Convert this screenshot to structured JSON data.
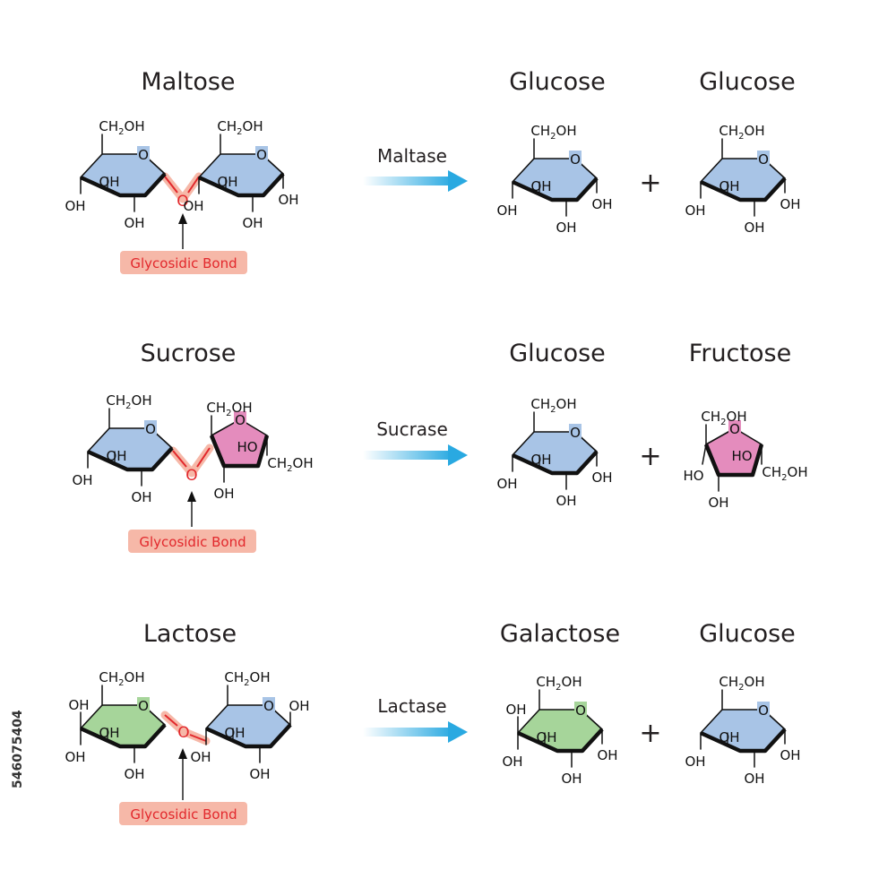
{
  "colors": {
    "glucose_ring": "#a8c4e6",
    "fructose_ring": "#e48cbd",
    "galactose_ring": "#a6d59a",
    "bond": "#e2282c",
    "bond_highlight": "#f6b8a8",
    "arrow_start": "#ffffff",
    "arrow_end": "#29a9e1"
  },
  "reactions": [
    {
      "name": "Maltose",
      "enzyme": "Maltase",
      "products": [
        "Glucose",
        "Glucose"
      ],
      "bond_label": "Glycosidic Bond",
      "plus": "+"
    },
    {
      "name": "Sucrose",
      "enzyme": "Sucrase",
      "products": [
        "Glucose",
        "Fructose"
      ],
      "bond_label": "Glycosidic Bond",
      "plus": "+"
    },
    {
      "name": "Lactose",
      "enzyme": "Lactase",
      "products": [
        "Galactose",
        "Glucose"
      ],
      "bond_label": "Glycosidic Bond",
      "plus": "+"
    }
  ],
  "labels": {
    "oh": "OH",
    "ho": "HO",
    "ch2oh_a": "CH",
    "ch2oh_sub": "2",
    "ch2oh_b": "OH",
    "o": "O"
  },
  "stock_id": "546075404"
}
